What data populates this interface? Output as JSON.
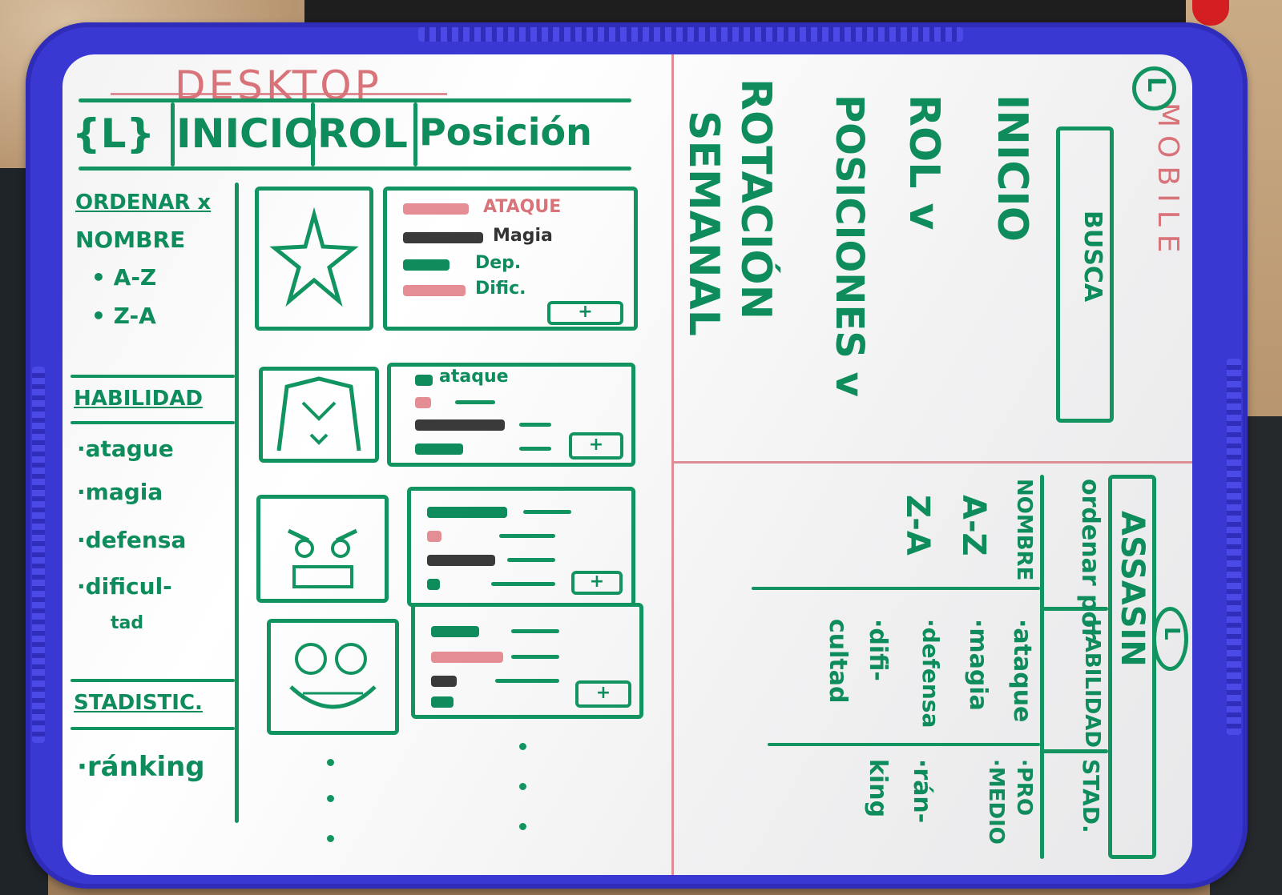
{
  "desktop": {
    "title": "DESKTOP",
    "nav": {
      "logo": "{L}",
      "items": [
        "INICIO",
        "ROL",
        "Posición"
      ]
    },
    "sidebar": {
      "order_heading": "ORDENAR x",
      "order_field": "NOMBRE",
      "order_options": [
        "• A-Z",
        "• Z-A"
      ],
      "skill_heading": "HABILIDAD",
      "skill_options": [
        "·atague",
        "·magia",
        "·defensa",
        "·dificul-",
        "tad"
      ],
      "stats_heading": "STADISTIC.",
      "stats_options": [
        "·ránking"
      ]
    },
    "cards": [
      {
        "stats": [
          "ATAQUE",
          "Magia",
          "Dep.",
          "Dific."
        ],
        "add": "+"
      },
      {
        "stats": [
          "ataque"
        ],
        "add": "+"
      },
      {
        "stats": [],
        "add": "+"
      },
      {
        "stats": [],
        "add": "+"
      }
    ]
  },
  "mobile": {
    "title": "MOBILE",
    "logo": "L",
    "search": "BUSCA",
    "menu": [
      "INICIO",
      "ROL v",
      "POSICIONES v",
      "ROTACIÓN",
      "SEMANAL"
    ],
    "bottom_title": "ASSASIN",
    "bottom_logo": "L",
    "columns": {
      "order": {
        "heading": "ordenar por",
        "items": [
          "NOMBRE",
          "A-Z",
          "Z-A"
        ]
      },
      "skill": {
        "heading": "HABILIDAD",
        "items": [
          "·ataque",
          "·magia",
          "·defensa",
          "·difi-",
          "cultad"
        ]
      },
      "stats": {
        "heading": "STAD.",
        "items": [
          "·PRO",
          "·MEDIO",
          "·rán-",
          "king"
        ]
      }
    }
  }
}
